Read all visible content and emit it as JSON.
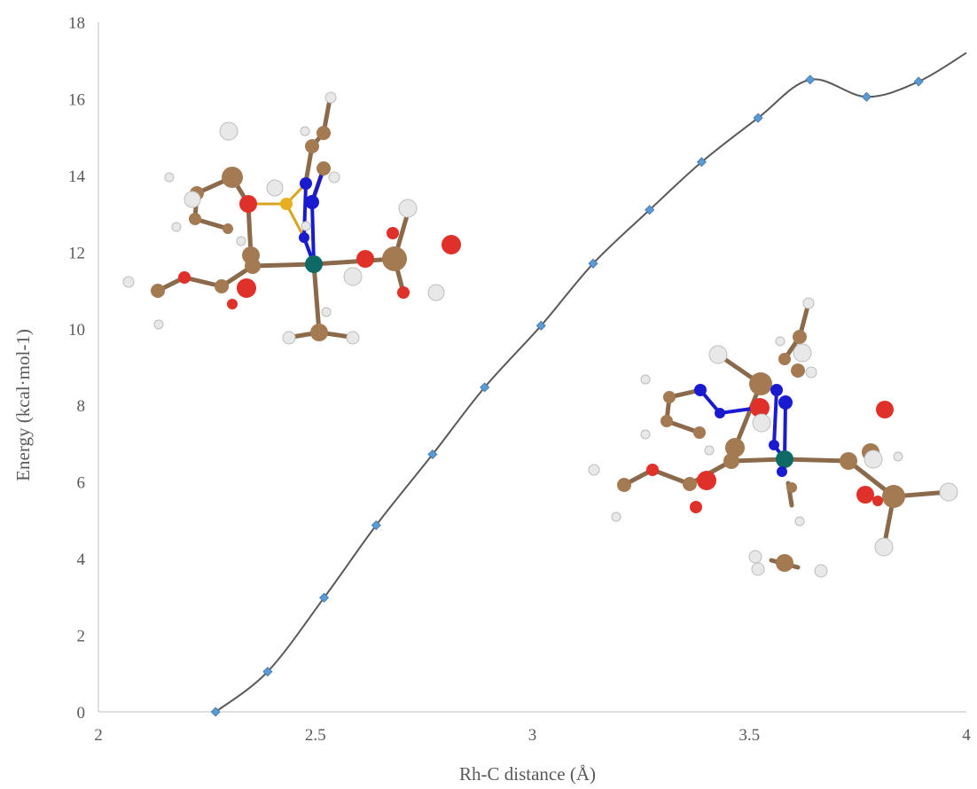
{
  "chart_data": {
    "type": "scatter",
    "xlabel": "Rh-C distance (Å)",
    "ylabel": "Energy (kcal·mol-1)",
    "xlim": [
      2,
      4
    ],
    "ylim": [
      0,
      18
    ],
    "x_ticks": [
      "2",
      "2.5",
      "3",
      "3.5",
      "4"
    ],
    "y_ticks": [
      "0",
      "2",
      "4",
      "6",
      "8",
      "10",
      "12",
      "14",
      "16",
      "18"
    ],
    "grid": false,
    "legend": "none",
    "line_color": "#595959",
    "marker_color": "#5b9bd5",
    "series": [
      {
        "x": [
          2.27,
          2.39,
          2.52,
          2.64,
          2.77,
          2.89,
          3.02,
          3.14,
          3.27,
          3.39,
          3.52,
          3.64,
          3.77,
          3.89
        ],
        "y": [
          0.0,
          1.05,
          2.98,
          4.87,
          6.72,
          8.47,
          10.08,
          11.7,
          13.1,
          14.35,
          15.5,
          16.5,
          16.05,
          16.45
        ],
        "curve_end": [
          4.0,
          17.2
        ]
      }
    ],
    "annotations": [
      {
        "type": "image",
        "description": "molecular structure (left, reactant)"
      },
      {
        "type": "image",
        "description": "molecular structure (right, product)"
      }
    ]
  }
}
